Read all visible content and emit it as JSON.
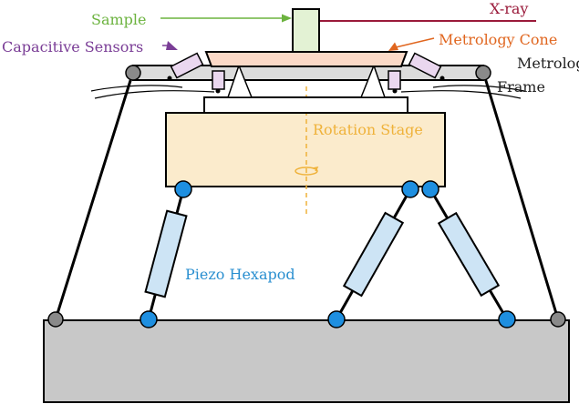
{
  "labels": {
    "sample": "Sample",
    "xray": "X-ray",
    "capacitive_sensors": "Capacitive Sensors",
    "metrology_cone": "Metrology Cone",
    "metrology": "Metrology",
    "frame": "Frame",
    "rotation_stage": "Rotation Stage",
    "piezo_hexapod": "Piezo Hexapod"
  },
  "colors": {
    "sample_label": "#6cb33f",
    "sample_fill": "#e3f2d4",
    "xray": "#9a1a3a",
    "capacitive_sensors_label": "#7a3d96",
    "sensor_fill": "#ead7ef",
    "metrology_cone_label": "#e0661f",
    "cone_fill": "#fbd9c7",
    "metrology_frame_label": "#222222",
    "frame_fill": "#dcdcdc",
    "rotation_stage_label": "#efb23a",
    "stage_fill": "#fbebcc",
    "piezo_hexapod_label": "#2a8fd0",
    "joint_blue": "#1e8fe0",
    "strut_fill": "#cde4f5",
    "joint_grey": "#8a8a8a",
    "base_fill": "#c8c8c8"
  },
  "icons": [
    "rotation-arrow-icon"
  ]
}
